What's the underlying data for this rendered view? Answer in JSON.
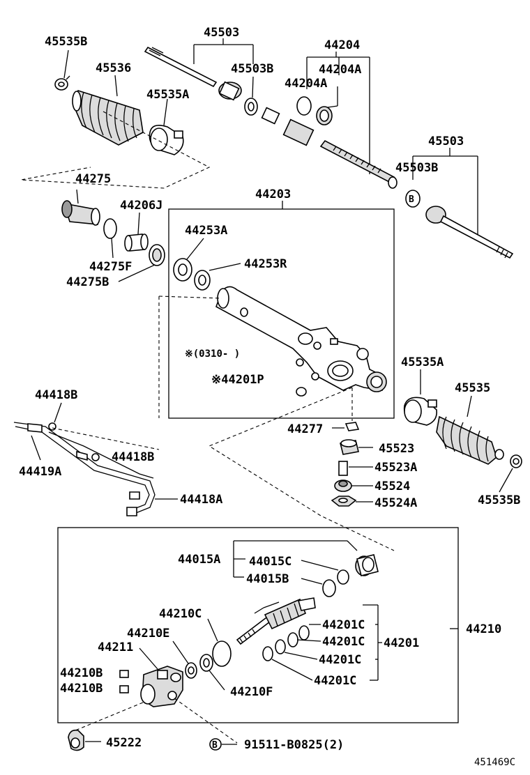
{
  "diagram_id": "451469C",
  "labels": {
    "p45535B_top": "45535B",
    "p45536": "45536",
    "p45535A_top": "45535A",
    "p45503_top": "45503",
    "p45503B_top": "45503B",
    "p44204": "44204",
    "p44204A_1": "44204A",
    "p44204A_2": "44204A",
    "p45503_right": "45503",
    "p45503B_right": "45503B",
    "p44275": "44275",
    "p44206J": "44206J",
    "p44275F": "44275F",
    "p44275B": "44275B",
    "p44203": "44203",
    "p44253A": "44253A",
    "p44253R": "44253R",
    "p_date_note": "※(0310-      )",
    "p44201P": "※44201P",
    "p44418B_top": "44418B",
    "p44418B_mid": "44418B",
    "p44419A": "44419A",
    "p44418A": "44418A",
    "p45535A_right": "45535A",
    "p45535": "45535",
    "p44277": "44277",
    "p45523": "45523",
    "p45523A": "45523A",
    "p45524": "45524",
    "p45524A": "45524A",
    "p45535B_right": "45535B",
    "p44015A": "44015A",
    "p44015C": "44015C",
    "p44015B": "44015B",
    "p44210C": "44210C",
    "p44210E": "44210E",
    "p44211": "44211",
    "p44210B_1": "44210B",
    "p44210B_2": "44210B",
    "p44210F": "44210F",
    "p44201C_1": "44201C",
    "p44201C_2": "44201C",
    "p44201C_3": "44201C",
    "p44201C_4": "44201C",
    "p44201": "44201",
    "p44210": "44210",
    "p45222": "45222",
    "p91511": "91511-B0825(2)",
    "b_marker": "B",
    "b_marker_2": "B"
  }
}
